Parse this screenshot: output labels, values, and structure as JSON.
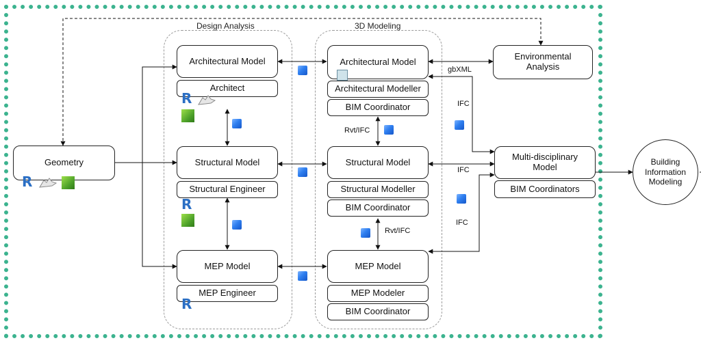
{
  "groups": {
    "design_analysis": "Design Analysis",
    "modeling_3d": "3D Modeling"
  },
  "nodes": {
    "geometry": "Geometry",
    "da_arch_model": "Architectural Model",
    "da_architect": "Architect",
    "da_struct_model": "Structural Model",
    "da_struct_engineer": "Structural Engineer",
    "da_mep_model": "MEP Model",
    "da_mep_engineer": "MEP Engineer",
    "m3d_arch_model": "Architectural Model",
    "m3d_arch_modeller": "Architectural Modeller",
    "m3d_bim_coord_1": "BIM Coordinator",
    "m3d_struct_model": "Structural Model",
    "m3d_struct_modeller": "Structural Modeller",
    "m3d_bim_coord_2": "BIM Coordinator",
    "m3d_mep_model": "MEP Model",
    "m3d_mep_modeler": "MEP Modeler",
    "m3d_bim_coord_3": "BIM Coordinator",
    "env_analysis": "Environmental Analysis",
    "multi_model": "Multi-disciplinary Model",
    "bim_coordinators": "BIM Coordinators",
    "bim": "Building Information Modeling"
  },
  "edge_labels": {
    "gbxml": "gbXML",
    "ifc_1": "IFC",
    "ifc_2": "IFC",
    "ifc_3": "IFC",
    "rvt_ifc_1": "Rvt/IFC",
    "rvt_ifc_2": "Rvt/IFC"
  },
  "icons": {
    "revit": "R",
    "revit_icon": "revit-logo-icon",
    "rhino_icon": "rhino-logo-icon",
    "grasshopper_icon": "grasshopper-logo-icon",
    "ifc_cube_icon": "ifc-cube-icon",
    "cube_color": "#2f7ff0",
    "frame_color": "#3cb38f"
  }
}
